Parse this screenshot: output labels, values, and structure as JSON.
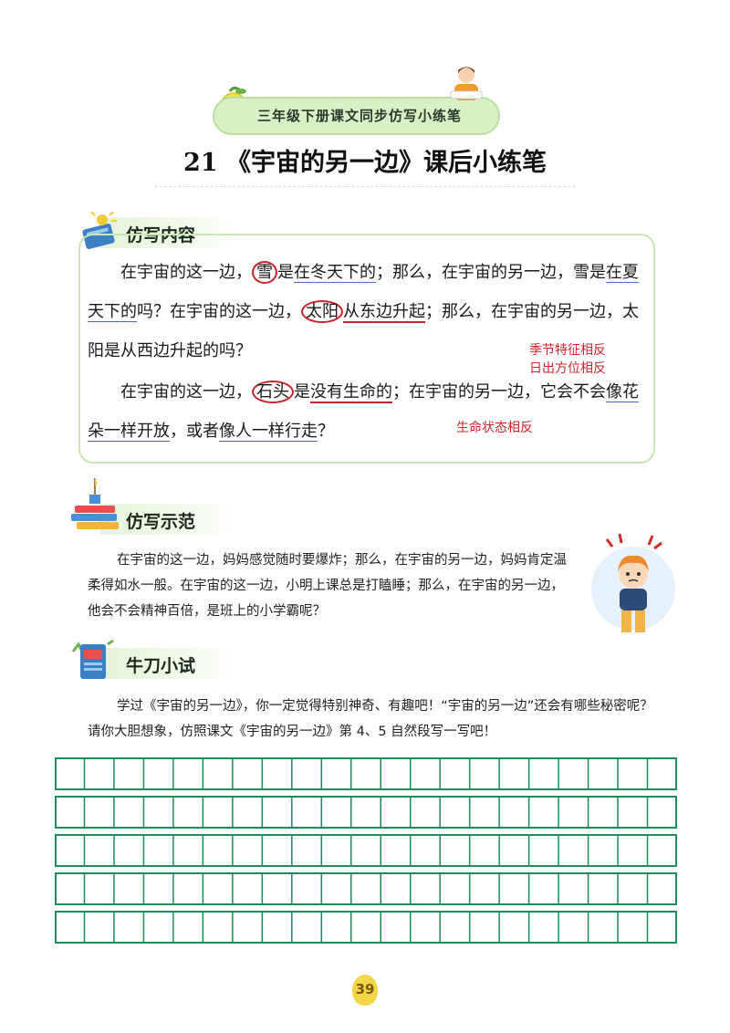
{
  "header": {
    "banner": "三年级下册课文同步仿写小练笔",
    "title": "21 《宇宙的另一边》课后小练笔"
  },
  "sections": {
    "imitate_content": {
      "label": "仿写内容",
      "p1": {
        "a": "在宇宙的这一边，",
        "c1": "雪",
        "b": "是",
        "u1": "在冬天下的",
        "c": "；那么，在宇宙的另一边，雪是",
        "u2": "在夏天下的",
        "d": "吗？在宇宙的这一边，",
        "c2": "太阳",
        "u3": "从东边升起",
        "e": "；那么，在宇宙的另一边，太阳是从西边升起的吗？"
      },
      "p2": {
        "a": "在宇宙的这一边，",
        "c1": "石头",
        "b": "是",
        "u1": "没有生命的",
        "c": "；在宇宙的另一边，它会不会",
        "u2": "像花朵一样开放",
        "d": "，或者",
        "u3": "像人一样行走",
        "e": "？"
      },
      "notes": [
        "季节特征相反",
        "日出方位相反",
        "生命状态相反"
      ]
    },
    "imitate_demo": {
      "label": "仿写示范",
      "text": "在宇宙的这一边，妈妈感觉随时要爆炸；那么，在宇宙的另一边，妈妈肯定温柔得如水一般。在宇宙的这一边，小明上课总是打瞌睡；那么，在宇宙的另一边，他会不会精神百倍，是班上的小学霸呢？"
    },
    "try_it": {
      "label": "牛刀小试",
      "text": "学过《宇宙的另一边》，你一定觉得特别神奇、有趣吧！“宇宙的另一边”还会有哪些秘密呢？请你大胆想象，仿照课文《宇宙的另一边》第 4、5 自然段写一写吧！"
    }
  },
  "writing_grid": {
    "rows": 5,
    "cols": 21
  },
  "page_number": "39",
  "colors": {
    "accent_green": "#1f8a5a",
    "mark_red": "#c8242b"
  }
}
